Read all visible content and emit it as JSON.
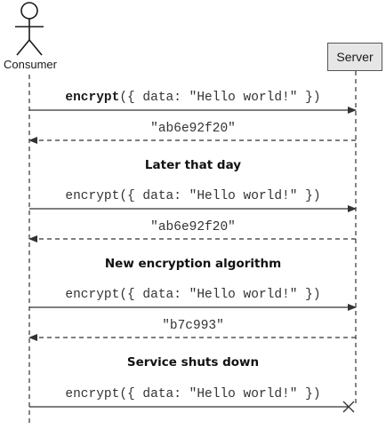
{
  "actors": {
    "consumer": "Consumer",
    "server": "Server"
  },
  "messages": [
    {
      "fn": "encrypt",
      "args": "({ data: \"Hello world!\" })",
      "bold_fn": true,
      "kind": "request"
    },
    {
      "text": "\"ab6e92f20\"",
      "kind": "response"
    },
    {
      "note": "Later that day"
    },
    {
      "fn": "encrypt",
      "args": "({ data: \"Hello world!\" })",
      "bold_fn": false,
      "kind": "request"
    },
    {
      "text": "\"ab6e92f20\"",
      "kind": "response"
    },
    {
      "note": "New encryption algorithm"
    },
    {
      "fn": "encrypt",
      "args": "({ data: \"Hello world!\" })",
      "bold_fn": false,
      "kind": "request"
    },
    {
      "text": "\"b7c993\"",
      "kind": "response"
    },
    {
      "note": "Service shuts down"
    },
    {
      "fn": "encrypt",
      "args": "({ data: \"Hello world!\" })",
      "bold_fn": false,
      "kind": "request-lost"
    }
  ],
  "colors": {
    "line": "#333333",
    "server_box_fill": "#e6e6e6"
  }
}
